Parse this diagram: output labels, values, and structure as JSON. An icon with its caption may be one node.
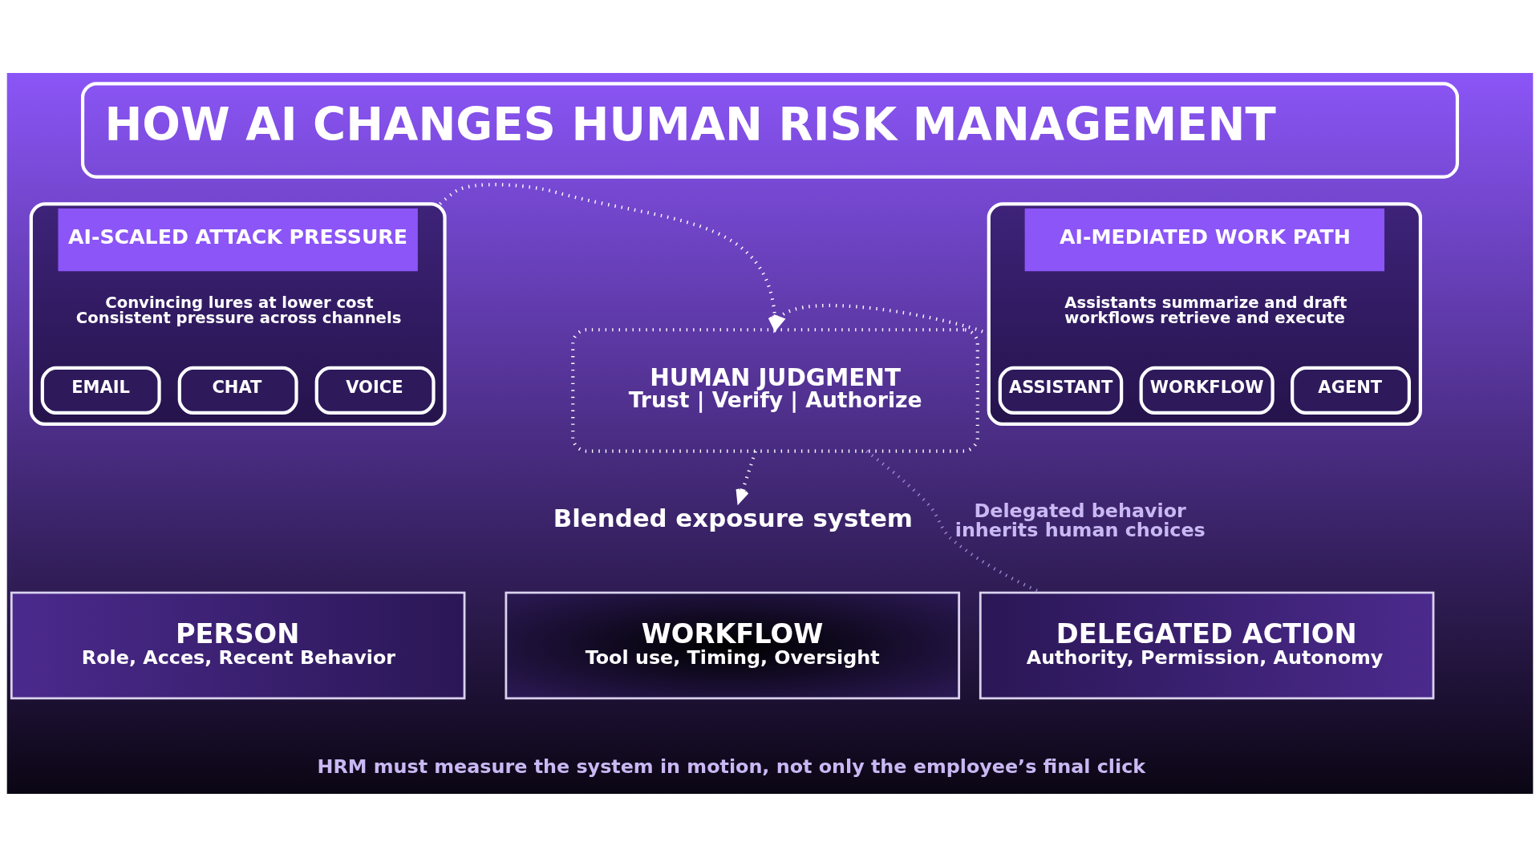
{
  "diagram": {
    "title": "HOW AI CHANGES HUMAN RISK MANAGEMENT",
    "caption": "HRM must measure the system in motion, not only the employee’s final click",
    "nodes": [
      {
        "text": [
          "AI-SCALED ATTACK PRESSURE",
          "Convincing lures at lower cost Consistent pressure across channels"
        ]
      },
      {
        "text": [
          "EMAIL"
        ],
        "in": 0
      },
      {
        "text": [
          "CHAT"
        ],
        "in": 0
      },
      {
        "text": [
          "VOICE"
        ],
        "in": 0
      },
      {
        "text": [
          "HUMAN JUDGMENT",
          "Trust | Verify | Authorize"
        ]
      },
      {
        "text": [
          "AI-MEDIATED WORK PATH",
          "Assistants summarize and draft workflows retrieve and execute"
        ]
      },
      {
        "text": [
          "ASSISTANT"
        ],
        "in": 5
      },
      {
        "text": [
          "WORKFLOW"
        ],
        "in": 5
      },
      {
        "text": [
          "AGENT"
        ],
        "in": 5
      },
      {
        "text": [
          "Blended exposure system"
        ]
      },
      {
        "text": [
          "PERSON",
          "Role, Acces, Recent Behavior"
        ]
      },
      {
        "text": [
          "WORKFLOW",
          "Tool use, Timing, Oversight"
        ]
      },
      {
        "text": [
          "DELEGATED ACTION",
          "Authority, Permission, Autonomy"
        ]
      }
    ],
    "edges": [
      {
        "from": 0,
        "to": 4,
        "arrow": "to",
        "style": "dashed"
      },
      {
        "from": 5,
        "to": 4,
        "arrow": "to",
        "style": "dashed"
      },
      {
        "from": 4,
        "to": 9,
        "arrow": "to",
        "style": "dashed"
      },
      {
        "from": 4,
        "to": 12,
        "arrow": "none",
        "style": "dashed",
        "color": "#9a86d4",
        "label": "Delegated behavior inherits human choices"
      }
    ]
  }
}
